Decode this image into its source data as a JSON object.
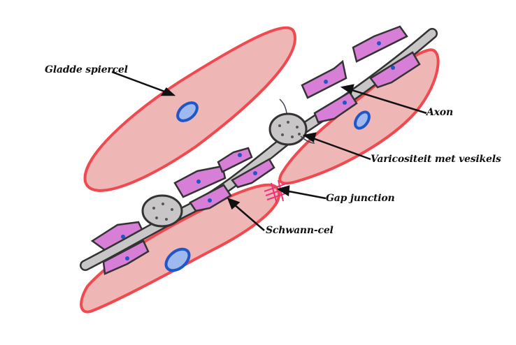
{
  "labels": {
    "gladde_spiercel": "Gladde spiercel",
    "axon": "Axon",
    "varicositeit": "Varicositeit met vesikels",
    "gap_junction": "Gap junction",
    "schwann_cel": "Schwann-cel"
  },
  "colors": {
    "muscle_fill": "#efb6b6",
    "muscle_edge": "#f0494f",
    "nucleus_fill": "#9fb8ee",
    "nucleus_edge": "#1f56c8",
    "schwann_fill": "#d77ed6",
    "schwann_edge": "#3a3a3a",
    "axon_fill": "#c9c6c8",
    "gap_junction": "#e8347a"
  }
}
